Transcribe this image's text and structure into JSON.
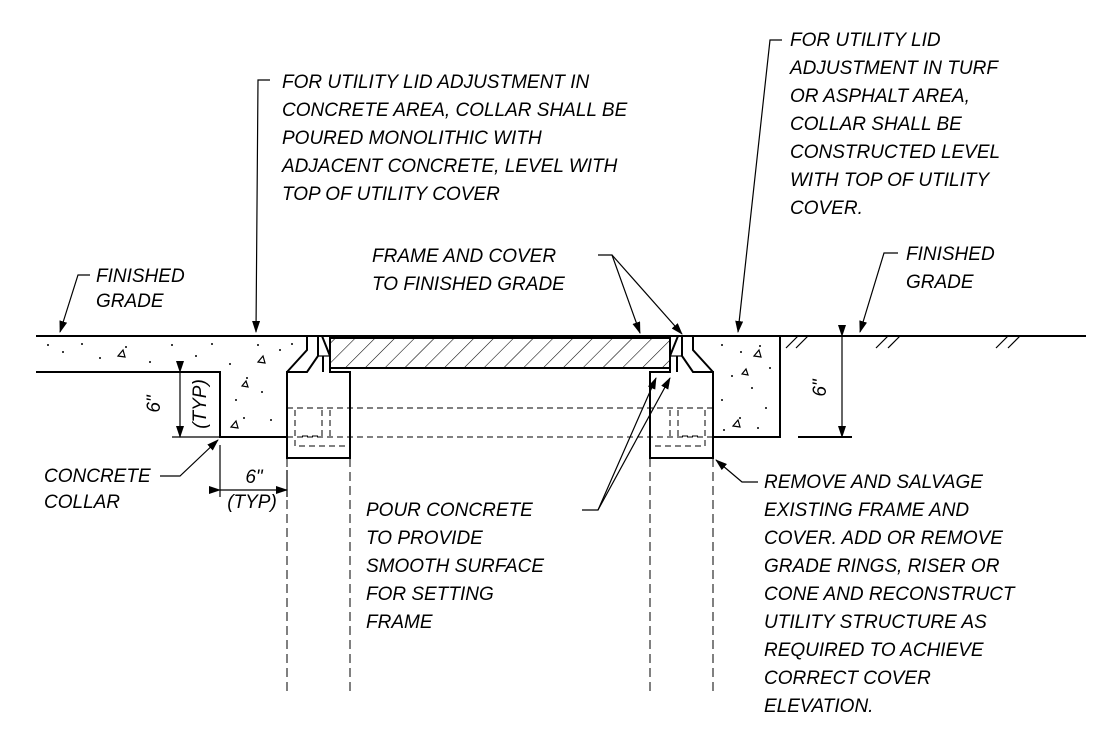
{
  "notes": {
    "finished_grade_left": [
      "FINISHED",
      "GRADE"
    ],
    "concrete_area_adjustment": [
      "FOR UTILITY LID ADJUSTMENT IN",
      "CONCRETE AREA, COLLAR SHALL BE",
      "POURED MONOLITHIC WITH",
      "ADJACENT CONCRETE, LEVEL WITH",
      "TOP OF UTILITY COVER"
    ],
    "frame_and_cover": [
      "FRAME AND COVER",
      "TO FINISHED GRADE"
    ],
    "turf_asphalt_adjustment": [
      "FOR UTILITY LID",
      "ADJUSTMENT IN TURF",
      "OR ASPHALT AREA,",
      "COLLAR SHALL BE",
      "CONSTRUCTED LEVEL",
      "WITH TOP OF UTILITY",
      "COVER."
    ],
    "finished_grade_right": [
      "FINISHED",
      "GRADE"
    ],
    "concrete_collar": [
      "CONCRETE",
      "COLLAR"
    ],
    "pour_concrete": [
      "POUR CONCRETE",
      "TO PROVIDE",
      "SMOOTH SURFACE",
      "FOR SETTING",
      "FRAME"
    ],
    "remove_and_salvage": [
      "REMOVE AND SALVAGE",
      "EXISTING FRAME AND",
      "COVER. ADD OR REMOVE",
      "GRADE RINGS, RISER OR",
      "CONE AND RECONSTRUCT",
      "UTILITY STRUCTURE AS",
      "REQUIRED TO ACHIEVE",
      "CORRECT COVER",
      "ELEVATION."
    ]
  },
  "dimensions": {
    "collar_depth_left": "6\"",
    "collar_depth_left_typ": "(TYP)",
    "collar_width": "6\"",
    "collar_width_typ": "(TYP)",
    "collar_depth_right": "6\""
  }
}
